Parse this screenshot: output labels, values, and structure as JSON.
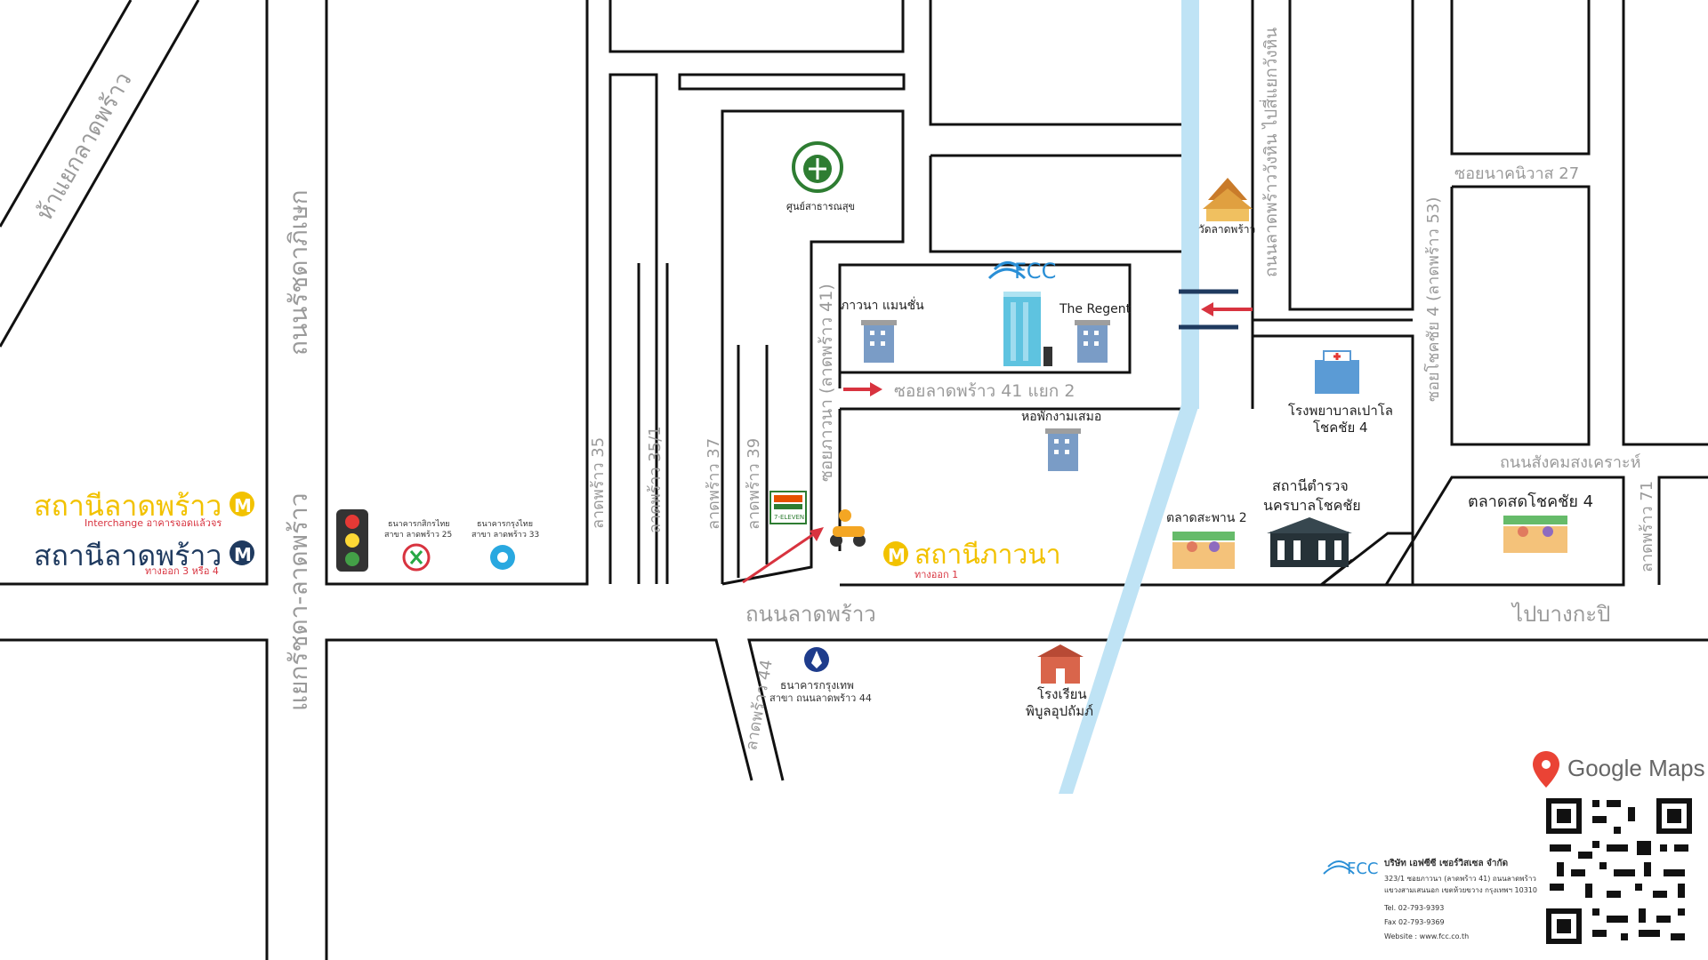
{
  "colors": {
    "canal": "#bfe3f5",
    "road_stroke": "#111111",
    "road_label": "#9a9a9a",
    "station_yellow": "#f2c200",
    "station_blue": "#1f3a5f",
    "arrow_red": "#d8333f",
    "logo_blue": "#2a8fd6"
  },
  "roads": {
    "intersection_diag": "ห้าแยกลาดพร้าว",
    "ratchadaphisek": "ถนนรัชดาภิเษก",
    "ratchada_ladprao": "แยกรัชดา-ลาดพร้าว",
    "soi35": "ลาดพร้าว 35",
    "soi35_1": "ลาดพร้าว 35/1",
    "soi37": "ลาดพร้าว 37",
    "soi39": "ลาดพร้าว 39",
    "soi_phawana": "ซอยภาวนา (ลาดพร้าว 41)",
    "soi41_2": "ซอยลาดพร้าว 41 แยก 2",
    "wanghin": "ถนนลาดพร้าววังหิน ไปสี่แยกวังหิน",
    "nakniwat27": "ซอยนาคนิวาส 27",
    "chokchai4": "ซอยโชคชัย 4 (ลาดพร้าว 53)",
    "sangkhom": "ถนนสังคมสงเคราะห์",
    "ladprao71": "ลาดพร้าว 71",
    "ladprao_road": "ถนนลาดพร้าว",
    "to_bangkapi": "ไปบางกะปิ",
    "ladprao44": "ลาดพร้าว 44"
  },
  "stations": {
    "ladprao_yellow": "สถานีลาดพร้าว",
    "ladprao_yellow_sub": "Interchange อาคารจอดแล้วจร",
    "ladprao_blue": "สถานีลาดพร้าว",
    "ladprao_blue_sub": "ทางออก 3 หรือ 4",
    "phawana": "สถานีภาวนา",
    "phawana_sub": "ทางออก 1",
    "metro_letter": "M"
  },
  "pois": {
    "health_center": "ศูนย์สาธารณสุข",
    "wat": "วัดลาดพร้าว",
    "phawana_mansion": "ภาวนา แมนชั่น",
    "regent": "The Regent",
    "dorm": "หอพักงามเสมอ",
    "hospital_line1": "โรงพยาบาลเปาโล",
    "hospital_line2": "โชคชัย 4",
    "police_line1": "สถานีตำรวจ",
    "police_line2": "นครบาลโชคชัย",
    "market2": "ตลาดสะพาน 2",
    "market_chokchai": "ตลาดสดโชคชัย 4",
    "kbank_line1": "ธนาคารกสิกรไทย",
    "kbank_line2": "สาขา ลาดพร้าว 25",
    "ktb_line1": "ธนาคารกรุงไทย",
    "ktb_line2": "สาขา ลาดพร้าว 33",
    "bbl_line1": "ธนาคารกรุงเทพ",
    "bbl_line2": "สาขา ถนนลาดพร้าว 44",
    "school_line1": "โรงเรียน",
    "school_line2": "พิบูลอุปถัมภ์",
    "seven_eleven": "7-ELEVEN"
  },
  "branding": {
    "google_maps": "Google Maps",
    "logo_text": "FCC",
    "company": "บริษัท เอฟซีซี เซอร์วิสเซล จำกัด",
    "address1": "323/1 ซอยภาวนา (ลาดพร้าว 41) ถนนลาดพร้าว",
    "address2": "แขวงสามเสนนอก เขตห้วยขวาง กรุงเทพฯ 10310",
    "tel": "Tel. 02-793-9393",
    "fax": "Fax 02-793-9369",
    "website": "Website : www.fcc.co.th"
  }
}
